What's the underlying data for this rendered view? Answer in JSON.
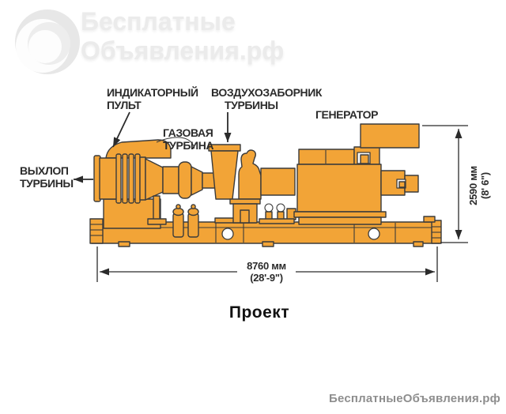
{
  "watermark": {
    "line1": "Бесплатные",
    "line2": "Объявления.рф",
    "icon": "swirl-circle-logo"
  },
  "footer": {
    "text": "БесплатныеОбъявления.рф"
  },
  "caption": "Проект",
  "labels": {
    "indicator": {
      "line1": "ИНДИКАТОРНЫЙ",
      "line2": "ПУЛЬТ"
    },
    "air_intake": {
      "line1": "ВОЗДУХОЗАБОРНИК",
      "line2": "ТУРБИНЫ"
    },
    "generator": "ГЕНЕРАТОР",
    "gas_turbine": {
      "line1": "ГАЗОВАЯ",
      "line2": "ТУРБИНА"
    },
    "exhaust": {
      "line1": "ВЫХЛОП",
      "line2": "ТУРБИНЫ"
    }
  },
  "dimensions": {
    "width": {
      "mm": "8760 мм",
      "ft": "(28'-9\")"
    },
    "height": {
      "mm": "2590 мм",
      "ft": "(8' 6\")"
    }
  },
  "colors": {
    "machine_fill": "#F2A437",
    "outline": "#3B3B3B",
    "label_text": "#2B2B2B",
    "footer_text": "#8E8E8E",
    "watermark_text": "#EBEBEB",
    "background": "#FFFFFF"
  }
}
